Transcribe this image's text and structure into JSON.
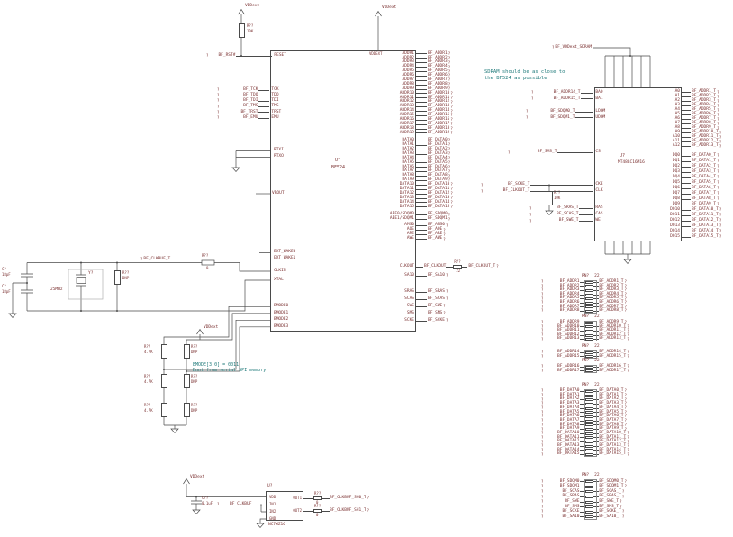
{
  "colors": {
    "wire": "#4a4a4a",
    "label": "#7a3030",
    "note": "#1f7a7a",
    "bg": "#ffffff"
  },
  "flags": {
    "offpage": "?"
  },
  "power": {
    "vddext": "VDDext",
    "vddext_sdram": "BF_VDDext_SDRAM"
  },
  "reset": {
    "net": "BF_RST#",
    "r_ref": "R??",
    "r_val": "10K"
  },
  "main_ic": {
    "refdes": "U?",
    "part": "BF524",
    "top_power_pin": "VDDEXT",
    "reset_pin": "RESET",
    "jtag": [
      {
        "net": "BF_TCK",
        "pin": "TCK"
      },
      {
        "net": "BF_TDO",
        "pin": "TDO"
      },
      {
        "net": "BF_TDI",
        "pin": "TDI"
      },
      {
        "net": "BF_TMS",
        "pin": "TMS"
      },
      {
        "net": "BF_TRST",
        "pin": "TRST"
      },
      {
        "net": "BF_EMU",
        "pin": "EMU"
      }
    ],
    "rtc_pins": [
      "RTXI",
      "RTXO"
    ],
    "vrout_pin": "VROUT",
    "wake_pins": [
      "EXT_WAKE0",
      "EXT_WAKE1"
    ],
    "clk_pins": [
      "CLKIN",
      "XTAL"
    ],
    "bmode_pins": [
      "BMODE0",
      "BMODE1",
      "BMODE2",
      "BMODE3"
    ],
    "addr_pins": [
      {
        "pin": "ADDR1",
        "net": "BF_ADDR1"
      },
      {
        "pin": "ADDR2",
        "net": "BF_ADDR2"
      },
      {
        "pin": "ADDR3",
        "net": "BF_ADDR3"
      },
      {
        "pin": "ADDR4",
        "net": "BF_ADDR4"
      },
      {
        "pin": "ADDR5",
        "net": "BF_ADDR5"
      },
      {
        "pin": "ADDR6",
        "net": "BF_ADDR6"
      },
      {
        "pin": "ADDR7",
        "net": "BF_ADDR7"
      },
      {
        "pin": "ADDR8",
        "net": "BF_ADDR8"
      },
      {
        "pin": "ADDR9",
        "net": "BF_ADDR9"
      },
      {
        "pin": "ADDR10",
        "net": "BF_ADDR10"
      },
      {
        "pin": "ADDR11",
        "net": "BF_ADDR11"
      },
      {
        "pin": "ADDR12",
        "net": "BF_ADDR12"
      },
      {
        "pin": "ADDR13",
        "net": "BF_ADDR13"
      },
      {
        "pin": "ADDR14",
        "net": "BF_ADDR14"
      },
      {
        "pin": "ADDR15",
        "net": "BF_ADDR15"
      },
      {
        "pin": "ADDR16",
        "net": "BF_ADDR16"
      },
      {
        "pin": "ADDR17",
        "net": "BF_ADDR17"
      },
      {
        "pin": "ADDR18",
        "net": "BF_ADDR18"
      },
      {
        "pin": "ADDR19",
        "net": "BF_ADDR19"
      }
    ],
    "data_pins": [
      {
        "pin": "DATA0",
        "net": "BF_DATA0"
      },
      {
        "pin": "DATA1",
        "net": "BF_DATA1"
      },
      {
        "pin": "DATA2",
        "net": "BF_DATA2"
      },
      {
        "pin": "DATA3",
        "net": "BF_DATA3"
      },
      {
        "pin": "DATA4",
        "net": "BF_DATA4"
      },
      {
        "pin": "DATA5",
        "net": "BF_DATA5"
      },
      {
        "pin": "DATA6",
        "net": "BF_DATA6"
      },
      {
        "pin": "DATA7",
        "net": "BF_DATA7"
      },
      {
        "pin": "DATA8",
        "net": "BF_DATA8"
      },
      {
        "pin": "DATA9",
        "net": "BF_DATA9"
      },
      {
        "pin": "DATA10",
        "net": "BF_DATA10"
      },
      {
        "pin": "DATA11",
        "net": "BF_DATA11"
      },
      {
        "pin": "DATA12",
        "net": "BF_DATA12"
      },
      {
        "pin": "DATA13",
        "net": "BF_DATA13"
      },
      {
        "pin": "DATA14",
        "net": "BF_DATA14"
      },
      {
        "pin": "DATA15",
        "net": "BF_DATA15"
      }
    ],
    "sdqm_pins": [
      {
        "pin": "ABE0/SDQM0",
        "net": "BF_SDQM0"
      },
      {
        "pin": "ABE1/SDQM1",
        "net": "BF_SDQM1"
      }
    ],
    "mem_ctrl_pins": [
      {
        "pin": "AMS0",
        "net": "BF_AMS0"
      },
      {
        "pin": "AOE",
        "net": "BF_AOE"
      },
      {
        "pin": "ARE",
        "net": "BF_ARE"
      },
      {
        "pin": "AWE",
        "net": "BF_AWE"
      }
    ],
    "clkout": {
      "pin": "CLKOUT",
      "net": "BF_CLKOUT",
      "r_ref": "R??",
      "r_val": "22",
      "net_t": "BF_CLKOUT_T"
    },
    "sa10_pins": [
      {
        "pin": "SA10",
        "net": "BF_SA10"
      }
    ],
    "sdram_ctrl_pins": [
      {
        "pin": "SRAS",
        "net": "BF_SRAS"
      },
      {
        "pin": "SCAS",
        "net": "BF_SCAS"
      },
      {
        "pin": "SWE",
        "net": "BF_SWE"
      },
      {
        "pin": "SMS",
        "net": "BF_SMS"
      },
      {
        "pin": "SCKE",
        "net": "BF_SCKE"
      }
    ]
  },
  "xtal_circuit": {
    "c1_ref": "C?",
    "c1_val": "18pF",
    "c2_ref": "C?",
    "c2_val": "18pF",
    "y_ref": "Y?",
    "y_val": "25MHz",
    "rosc_ref": "R??",
    "rosc_val": "DNP",
    "rlim_ref": "R??",
    "rlim_val": "0",
    "clkbuf_net": "BF_CLKBUF_T"
  },
  "bmode_block": {
    "note1": "BMODE[3:0] = 0011",
    "note2": "Boot from serial SPI memory",
    "resistors": [
      {
        "ref": "R??",
        "val": "4.7K"
      },
      {
        "ref": "R??",
        "val": "DNP"
      },
      {
        "ref": "R??",
        "val": "4.7K"
      },
      {
        "ref": "R??",
        "val": "DNP"
      },
      {
        "ref": "R??",
        "val": "4.7K"
      },
      {
        "ref": "R??",
        "val": "DNP"
      }
    ]
  },
  "sdram": {
    "refdes": "U?",
    "part": "MT48LC16M16",
    "note_line1": "SDRAM should be as close to",
    "note_line2": "the BF524 as possible",
    "bank_pins": [
      {
        "net": "BF_ADDR14_T",
        "pin": "BA0"
      },
      {
        "net": "BF_ADDR15_T",
        "pin": "BA1"
      }
    ],
    "dqm_pins": [
      {
        "net": "BF_SDQM0_T",
        "pin": "LDQM"
      },
      {
        "net": "BF_SDQM1_T",
        "pin": "UDQM"
      }
    ],
    "cs_pins": [
      {
        "net": "BF_SMS_T",
        "pin": "CS"
      }
    ],
    "clk_pins": [
      {
        "net": "BF_SCKE_T",
        "pin": "CKE"
      },
      {
        "net": "BF_CLKOUT_T",
        "pin": "CLK"
      }
    ],
    "cmd_pins": [
      {
        "net": "BF_SRAS_T",
        "pin": "RAS"
      },
      {
        "net": "BF_SCAS_T",
        "pin": "CAS"
      },
      {
        "net": "BF_SWE_T",
        "pin": "WE"
      }
    ],
    "addr_pins": [
      {
        "pin": "A0",
        "net": "BF_ADDR1_T"
      },
      {
        "pin": "A1",
        "net": "BF_ADDR2_T"
      },
      {
        "pin": "A2",
        "net": "BF_ADDR3_T"
      },
      {
        "pin": "A3",
        "net": "BF_ADDR4_T"
      },
      {
        "pin": "A4",
        "net": "BF_ADDR5_T"
      },
      {
        "pin": "A5",
        "net": "BF_ADDR6_T"
      },
      {
        "pin": "A6",
        "net": "BF_ADDR7_T"
      },
      {
        "pin": "A7",
        "net": "BF_ADDR8_T"
      },
      {
        "pin": "A8",
        "net": "BF_ADDR9_T"
      },
      {
        "pin": "A9",
        "net": "BF_ADDR10_T"
      },
      {
        "pin": "A10",
        "net": "BF_ADDR11_T"
      },
      {
        "pin": "A11",
        "net": "BF_ADDR12_T"
      },
      {
        "pin": "A12",
        "net": "BF_ADDR13_T"
      }
    ],
    "dq_pins": [
      {
        "pin": "DQ0",
        "net": "BF_DATA0_T"
      },
      {
        "pin": "DQ1",
        "net": "BF_DATA1_T"
      },
      {
        "pin": "DQ2",
        "net": "BF_DATA2_T"
      },
      {
        "pin": "DQ3",
        "net": "BF_DATA3_T"
      },
      {
        "pin": "DQ4",
        "net": "BF_DATA4_T"
      },
      {
        "pin": "DQ5",
        "net": "BF_DATA5_T"
      },
      {
        "pin": "DQ6",
        "net": "BF_DATA6_T"
      },
      {
        "pin": "DQ7",
        "net": "BF_DATA7_T"
      },
      {
        "pin": "DQ8",
        "net": "BF_DATA8_T"
      },
      {
        "pin": "DQ9",
        "net": "BF_DATA9_T"
      },
      {
        "pin": "DQ10",
        "net": "BF_DATA10_T"
      },
      {
        "pin": "DQ11",
        "net": "BF_DATA11_T"
      },
      {
        "pin": "DQ12",
        "net": "BF_DATA12_T"
      },
      {
        "pin": "DQ13",
        "net": "BF_DATA13_T"
      },
      {
        "pin": "DQ14",
        "net": "BF_DATA14_T"
      },
      {
        "pin": "DQ15",
        "net": "BF_DATA15_T"
      }
    ],
    "cke_pulldown": {
      "ref": "R??",
      "val": "10K"
    }
  },
  "rn_groups": [
    {
      "ref": "RN?",
      "val": "22",
      "rows": [
        {
          "a": "BF_ADDR1",
          "b": "BF_ADDR1_T"
        },
        {
          "a": "BF_ADDR2",
          "b": "BF_ADDR2_T"
        },
        {
          "a": "BF_ADDR3",
          "b": "BF_ADDR3_T"
        },
        {
          "a": "BF_ADDR4",
          "b": "BF_ADDR4_T"
        },
        {
          "a": "BF_ADDR5",
          "b": "BF_ADDR5_T"
        },
        {
          "a": "BF_ADDR6",
          "b": "BF_ADDR6_T"
        },
        {
          "a": "BF_ADDR7",
          "b": "BF_ADDR7_T"
        },
        {
          "a": "BF_ADDR8",
          "b": "BF_ADDR8_T"
        }
      ]
    },
    {
      "ref": "RN?",
      "val": "22",
      "rows": [
        {
          "a": "BF_ADDR9",
          "b": "BF_ADDR9_T"
        },
        {
          "a": "BF_ADDR10",
          "b": "BF_ADDR10_T"
        },
        {
          "a": "BF_ADDR11",
          "b": "BF_ADDR11_T"
        },
        {
          "a": "BF_ADDR12",
          "b": "BF_ADDR12_T"
        },
        {
          "a": "BF_ADDR13",
          "b": "BF_ADDR13_T"
        }
      ]
    },
    {
      "ref": "RN?",
      "val": "22",
      "rows": [
        {
          "a": "BF_ADDR14",
          "b": "BF_ADDR14_T"
        },
        {
          "a": "BF_ADDR15",
          "b": "BF_ADDR15_T"
        }
      ]
    },
    {
      "ref": "RN?",
      "val": "22",
      "rows": [
        {
          "a": "BF_ADDR16",
          "b": "BF_ADDR16_T"
        },
        {
          "a": "BF_ADDR17",
          "b": "BF_ADDR17_T"
        }
      ]
    },
    {
      "ref": "RN?",
      "val": "22",
      "rows": [
        {
          "a": "BF_DATA0",
          "b": "BF_DATA0_T"
        },
        {
          "a": "BF_DATA1",
          "b": "BF_DATA1_T"
        },
        {
          "a": "BF_DATA2",
          "b": "BF_DATA2_T"
        },
        {
          "a": "BF_DATA3",
          "b": "BF_DATA3_T"
        },
        {
          "a": "BF_DATA4",
          "b": "BF_DATA4_T"
        },
        {
          "a": "BF_DATA5",
          "b": "BF_DATA5_T"
        },
        {
          "a": "BF_DATA6",
          "b": "BF_DATA6_T"
        },
        {
          "a": "BF_DATA7",
          "b": "BF_DATA7_T"
        },
        {
          "a": "BF_DATA8",
          "b": "BF_DATA8_T"
        },
        {
          "a": "BF_DATA9",
          "b": "BF_DATA9_T"
        },
        {
          "a": "BF_DATA10",
          "b": "BF_DATA10_T"
        },
        {
          "a": "BF_DATA11",
          "b": "BF_DATA11_T"
        },
        {
          "a": "BF_DATA12",
          "b": "BF_DATA12_T"
        },
        {
          "a": "BF_DATA13",
          "b": "BF_DATA13_T"
        },
        {
          "a": "BF_DATA14",
          "b": "BF_DATA14_T"
        },
        {
          "a": "BF_DATA15",
          "b": "BF_DATA15_T"
        }
      ]
    },
    {
      "ref": "RN?",
      "val": "22",
      "rows": [
        {
          "a": "BF_SDQM0",
          "b": "BF_SDQM0_T"
        },
        {
          "a": "BF_SDQM1",
          "b": "BF_SDQM1_T"
        },
        {
          "a": "BF_SCAS",
          "b": "BF_SCAS_T"
        },
        {
          "a": "BF_SRAS",
          "b": "BF_SRAS_T"
        },
        {
          "a": "BF_SWE",
          "b": "BF_SWE_T"
        },
        {
          "a": "BF_SMS",
          "b": "BF_SMS_T"
        },
        {
          "a": "BF_SCKE",
          "b": "BF_SCKE_T"
        },
        {
          "a": "BF_SA10",
          "b": "BF_SA10_T"
        }
      ]
    }
  ],
  "clkbuf": {
    "refdes": "U?",
    "part": "NC7WZ16",
    "cap_ref": "C??",
    "cap_val": "0.1uF",
    "in_net": "BF_CLKBUF",
    "left_pins": [
      "VDD",
      "IN1",
      "IN2",
      "GND"
    ],
    "right_pins": [
      "OUT1",
      "OUT2"
    ],
    "outputs": [
      {
        "r_ref": "R??",
        "r_val": "0",
        "net": "BF_CLKBUF_SH0_T"
      },
      {
        "r_ref": "R??",
        "r_val": "0",
        "net": "BF_CLKBUF_SH1_T"
      }
    ]
  }
}
